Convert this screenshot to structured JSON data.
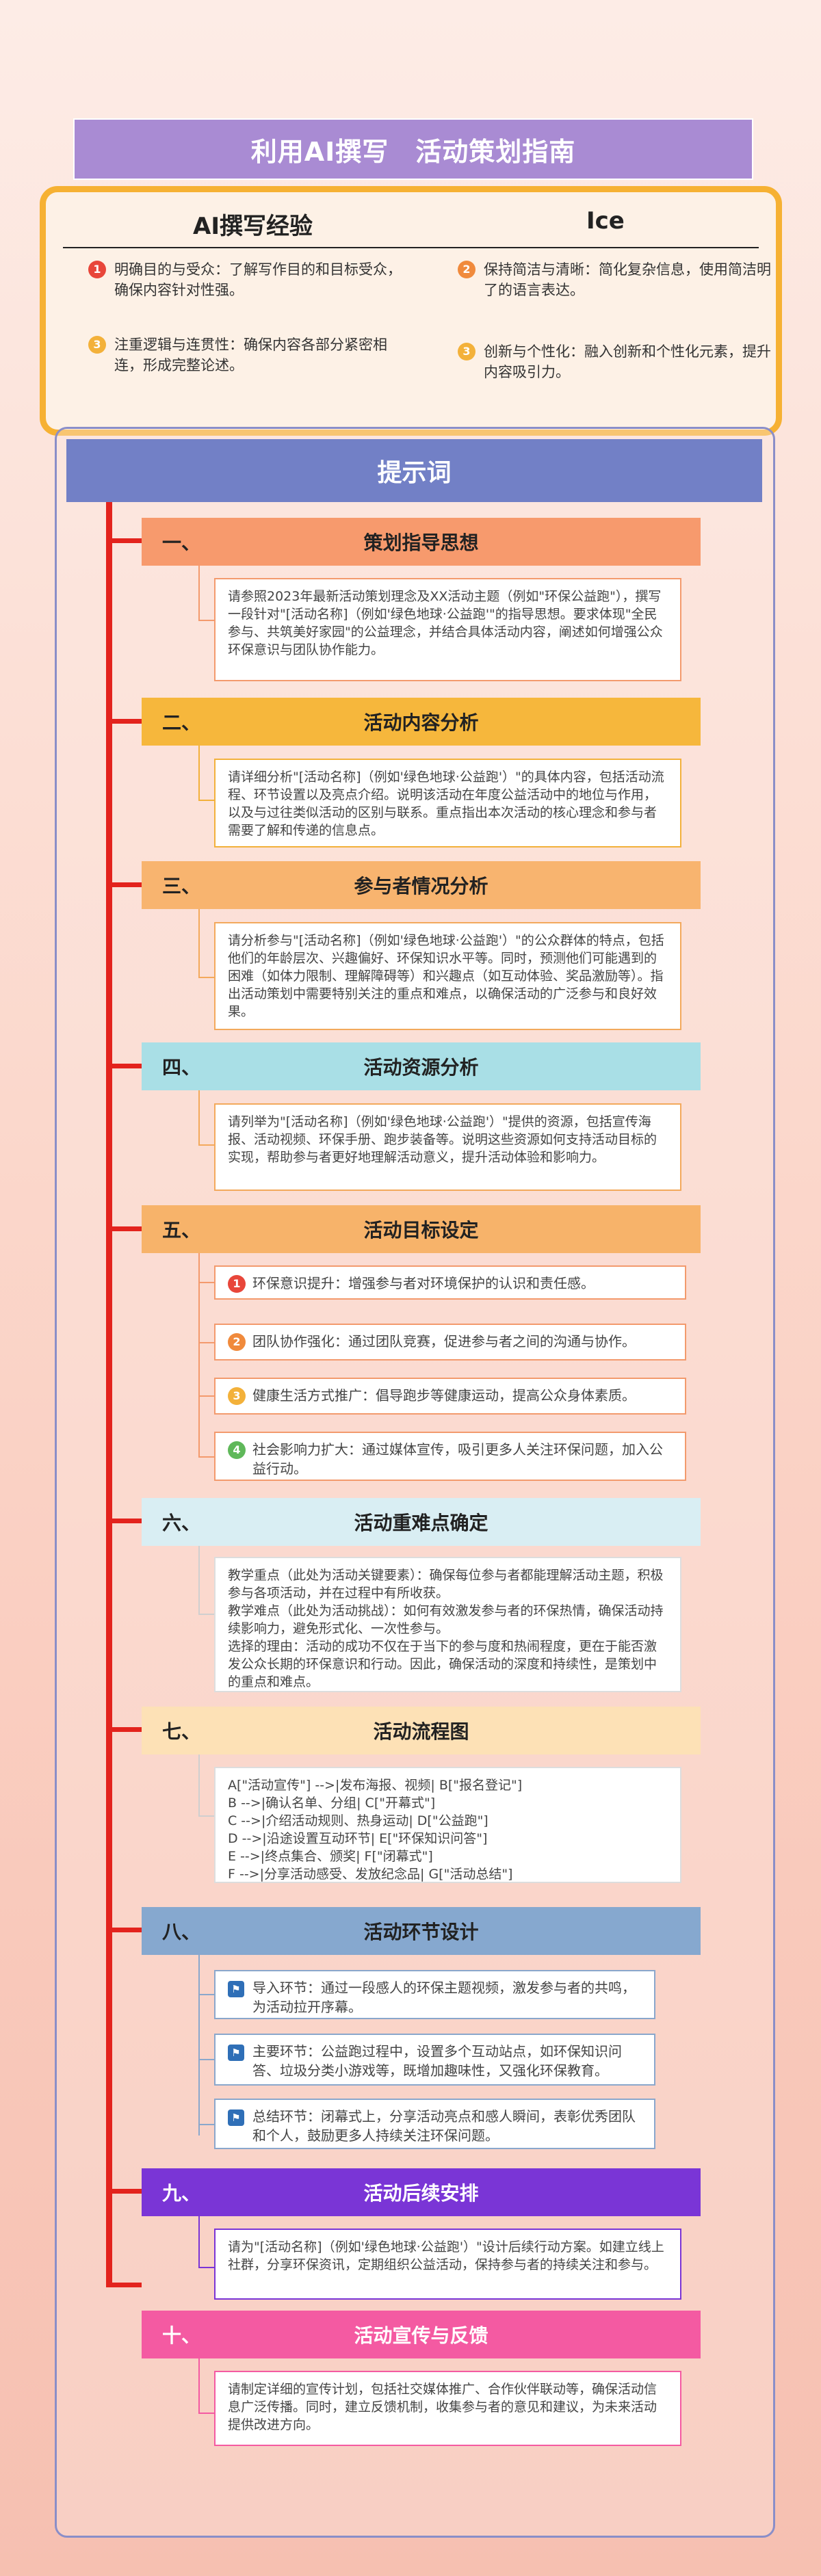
{
  "title": "利用AI撰写　活动策划指南",
  "experience": {
    "left_heading": "AI撰写经验",
    "right_heading": "Ice",
    "items": [
      {
        "num": "1",
        "text": "明确目的与受众：了解写作目的和目标受众，确保内容针对性强。",
        "color": "#e8463a"
      },
      {
        "num": "2",
        "text": "保持简洁与清晰：简化复杂信息，使用简洁明了的语言表达。",
        "color": "#f08a3c"
      },
      {
        "num": "3",
        "text": "注重逻辑与连贯性：确保内容各部分紧密相连，形成完整论述。",
        "color": "#f3b13a"
      },
      {
        "num": "3",
        "text": "创新与个性化：融入创新和个性化元素，提升内容吸引力。",
        "color": "#f3b13a"
      }
    ]
  },
  "prompt_title": "提示词",
  "sections": [
    {
      "num": "一、",
      "title": "策划指导思想",
      "color": "#f79a6d",
      "border": "#f39a6d",
      "content": "请参照2023年最新活动策划理念及XX活动主题（例如\"环保公益跑\"），撰写一段针对\"[活动名称]（例如'绿色地球·公益跑'\"的指导思想。要求体现\"全民参与、共筑美好家园\"的公益理念，并结合具体活动内容，阐述如何增强公众环保意识与团队协作能力。"
    },
    {
      "num": "二、",
      "title": "活动内容分析",
      "color": "#f6b73c",
      "border": "#f2b13b",
      "content": "请详细分析\"[活动名称]（例如'绿色地球·公益跑'）\"的具体内容，包括活动流程、环节设置以及亮点介绍。说明该活动在年度公益活动中的地位与作用，以及与过往类似活动的区别与联系。重点指出本次活动的核心理念和参与者需要了解和传递的信息点。"
    },
    {
      "num": "三、",
      "title": "参与者情况分析",
      "color": "#f8b46f",
      "border": "#f3a95c",
      "content": "请分析参与\"[活动名称]（例如'绿色地球·公益跑'）\"的公众群体的特点，包括他们的年龄层次、兴趣偏好、环保知识水平等。同时，预测他们可能遇到的困难（如体力限制、理解障碍等）和兴趣点（如互动体验、奖品激励等）。指出活动策划中需要特别关注的重点和难点，以确保活动的广泛参与和良好效果。"
    },
    {
      "num": "四、",
      "title": "活动资源分析",
      "color": "#a9dfe6",
      "border": "#f3a95c",
      "content": "请列举为\"[活动名称]（例如'绿色地球·公益跑'）\"提供的资源，包括宣传海报、活动视频、环保手册、跑步装备等。说明这些资源如何支持活动目标的实现，帮助参与者更好地理解活动意义，提升活动体验和影响力。"
    },
    {
      "num": "五、",
      "title": "活动目标设定",
      "color": "#f7b36a",
      "border": "#f39a6d"
    },
    {
      "num": "六、",
      "title": "活动重难点确定",
      "color": "#d9eef3",
      "border": "#dddddd",
      "content": "教学重点（此处为活动关键要素）：确保每位参与者都能理解活动主题，积极参与各项活动，并在过程中有所收获。\n教学难点（此处为活动挑战）：如何有效激发参与者的环保热情，确保活动持续影响力，避免形式化、一次性参与。\n选择的理由：活动的成功不仅在于当下的参与度和热闹程度，更在于能否激发公众长期的环保意识和行动。因此，确保活动的深度和持续性，是策划中的重点和难点。"
    },
    {
      "num": "七、",
      "title": "活动流程图",
      "color": "#fde1b6",
      "border": "#dddddd",
      "content": "A[\"活动宣传\"] -->|发布海报、视频| B[\"报名登记\"]\nB -->|确认名单、分组| C[\"开幕式\"]\nC -->|介绍活动规则、热身运动| D[\"公益跑\"]\nD -->|沿途设置互动环节| E[\"环保知识问答\"]\nE -->|终点集合、颁奖| F[\"闭幕式\"]\nF -->|分享活动感受、发放纪念品| G[\"活动总结\"]"
    },
    {
      "num": "八、",
      "title": "活动环节设计",
      "color": "#86a8cf",
      "border": "#8aa7cc"
    },
    {
      "num": "九、",
      "title": "活动后续安排",
      "color": "#7a35d6",
      "border": "#7a35d6",
      "content": "请为\"[活动名称]（例如'绿色地球·公益跑'）\"设计后续行动方案。如建立线上社群，分享环保资讯，定期组织公益活动，保持参与者的持续关注和参与。"
    },
    {
      "num": "十、",
      "title": "活动宣传与反馈",
      "color": "#f45aa2",
      "border": "#f45aa2",
      "content": "请制定详细的宣传计划，包括社交媒体推广、合作伙伴联动等，确保活动信息广泛传播。同时，建立反馈机制，收集参与者的意见和建议，为未来活动提供改进方向。"
    }
  ],
  "goals": [
    {
      "num": "1",
      "text": "环保意识提升：增强参与者对环境保护的认识和责任感。",
      "color": "#e8463a"
    },
    {
      "num": "2",
      "text": "团队协作强化：通过团队竞赛，促进参与者之间的沟通与协作。",
      "color": "#f08a3c"
    },
    {
      "num": "3",
      "text": "健康生活方式推广：倡导跑步等健康运动，提高公众身体素质。",
      "color": "#f3b13a"
    },
    {
      "num": "4",
      "text": "社会影响力扩大：通过媒体宣传，吸引更多人关注环保问题，加入公益行动。",
      "color": "#5fb85a"
    }
  ],
  "steps": [
    {
      "icon": "flag-icon",
      "text": "导入环节：通过一段感人的环保主题视频，激发参与者的共鸣，为活动拉开序幕。"
    },
    {
      "icon": "flag-icon",
      "text": "主要环节：公益跑过程中，设置多个互动站点，如环保知识问答、垃圾分类小游戏等，既增加趣味性，又强化环保教育。"
    },
    {
      "icon": "flag-icon",
      "text": "总结环节：闭幕式上，分享活动亮点和感人瞬间，表彰优秀团队和个人，鼓励更多人持续关注环保问题。"
    }
  ]
}
